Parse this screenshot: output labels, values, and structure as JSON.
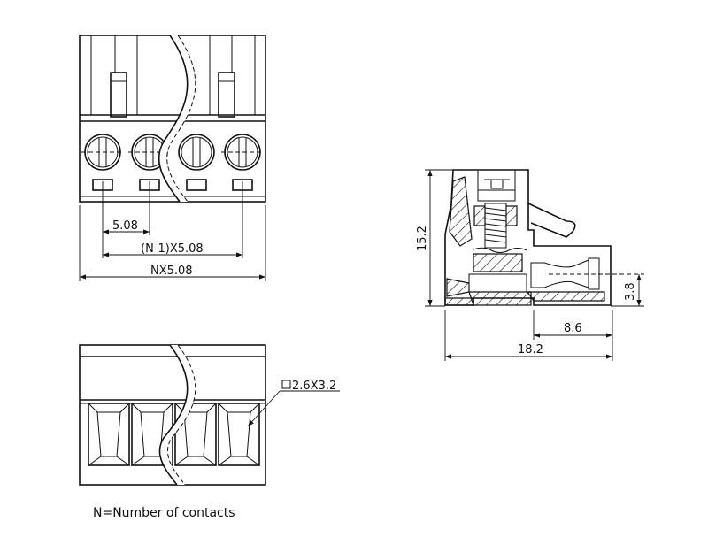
{
  "front_view": {
    "dim_pitch": "5.08",
    "dim_span": "(N-1)X5.08",
    "dim_total": "NX5.08"
  },
  "bottom_view": {
    "cavity_label": "2.6X3.2"
  },
  "side_view": {
    "dim_height": "15.2",
    "dim_pin_height": "3.8",
    "dim_pin_length": "8.6",
    "dim_length": "18.2"
  },
  "caption": "N=Number of contacts"
}
